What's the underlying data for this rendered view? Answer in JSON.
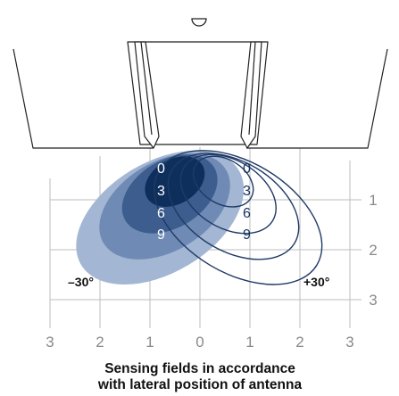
{
  "diagram": {
    "x_ticks": [
      "3",
      "2",
      "1",
      "0",
      "1",
      "2",
      "3"
    ],
    "y_ticks": [
      "1",
      "2",
      "3"
    ],
    "field_labels_left": [
      "0",
      "3",
      "6",
      "9"
    ],
    "field_labels_right": [
      "0",
      "3",
      "6",
      "9"
    ],
    "angle_left": "–30°",
    "angle_right": "+30°",
    "caption_line1": "Sensing fields in accordance",
    "caption_line2": "with lateral position of antenna",
    "colors": {
      "field_dark": "#0e2f5c",
      "field_mid": "#3c5d8e",
      "field_light": "#6f8bb5",
      "field_outer": "#a3b6d3",
      "outline": "#1f3a66",
      "grid": "#bdbdbd",
      "structure": "#222222"
    },
    "icons": [
      "sensor-dome-icon"
    ]
  }
}
